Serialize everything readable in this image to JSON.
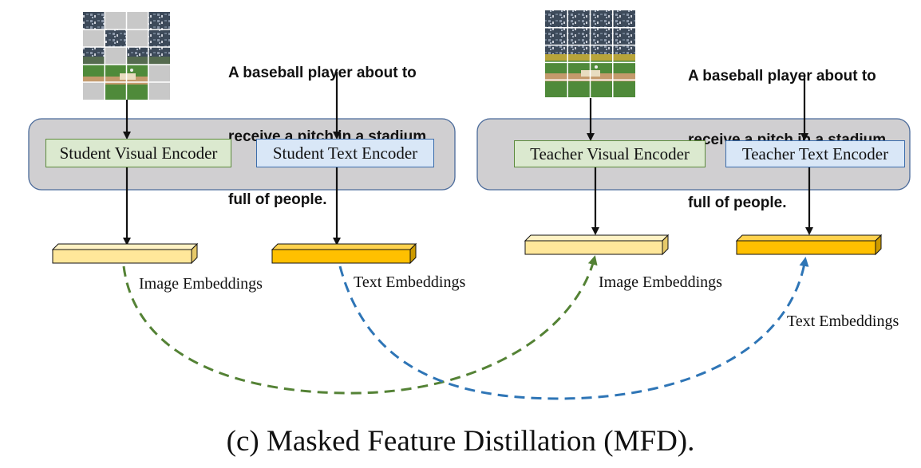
{
  "student": {
    "prompt_lines": [
      "A baseball player about to",
      "receive a pitch in a stadium",
      "full of people."
    ],
    "visual_encoder": "Student Visual Encoder",
    "text_encoder": "Student Text Encoder",
    "image_embeddings": "Image Embeddings",
    "text_embeddings": "Text Embeddings",
    "image_masked": true
  },
  "teacher": {
    "prompt_lines": [
      "A baseball player about to",
      "receive a pitch in a stadium",
      "full of people."
    ],
    "visual_encoder": "Teacher Visual Encoder",
    "text_encoder": "Teacher Text Encoder",
    "image_embeddings": "Image Embeddings",
    "text_embeddings": "Text Embeddings",
    "image_masked": false
  },
  "caption": "(c) Masked Feature Distillation (MFD).",
  "colors": {
    "encoder_group_fill": "#d0cfd1",
    "encoder_group_stroke": "#4a6a9a",
    "visual_encoder_fill": "#dbe9cf",
    "visual_encoder_stroke": "#5c8a3c",
    "text_encoder_fill": "#d9e7f7",
    "text_encoder_stroke": "#3b6cab",
    "image_embedding_fill": "#ffe79a",
    "text_embedding_fill": "#ffc000",
    "image_distill_arrow": "#548235",
    "text_distill_arrow": "#2e75b6"
  }
}
